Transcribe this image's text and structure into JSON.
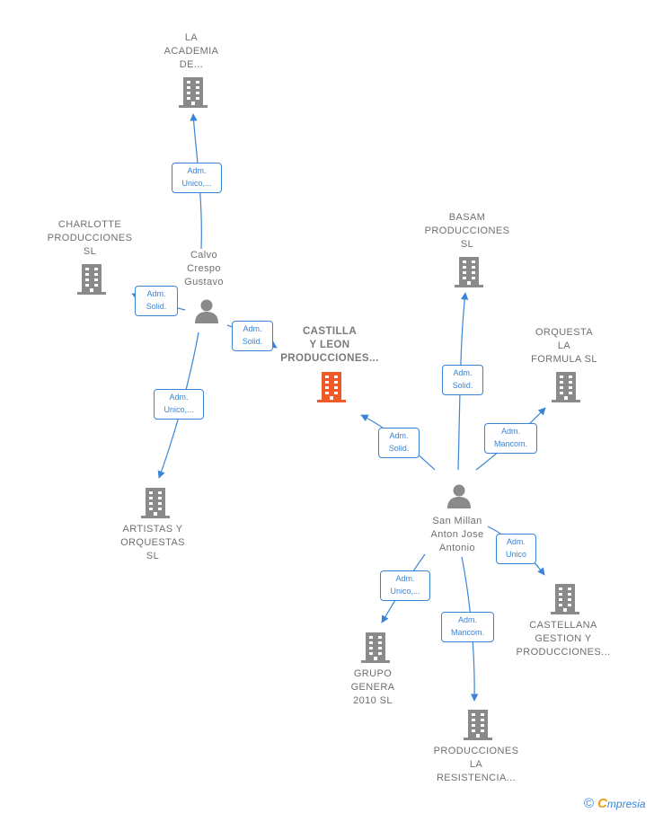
{
  "colors": {
    "edge": "#3a84d8",
    "company_icon": "#8a8a8a",
    "center_icon": "#f05a28",
    "person_icon": "#8a8a8a"
  },
  "nodes": {
    "la_academia": {
      "label": "LA\nACADEMIA\nDE...",
      "icon": "building-icon"
    },
    "charlotte": {
      "label": "CHARLOTTE\nPRODUCCIONES\nSL",
      "icon": "building-icon"
    },
    "calvo": {
      "label": "Calvo\nCrespo\nGustavo",
      "icon": "person-icon"
    },
    "castilla": {
      "label": "CASTILLA\nY LEON\nPRODUCCIONES...",
      "icon": "building-icon"
    },
    "artistas": {
      "label": "ARTISTAS Y\nORQUESTAS\nSL",
      "icon": "building-icon"
    },
    "basam": {
      "label": "BASAM\nPRODUCCIONES\nSL",
      "icon": "building-icon"
    },
    "orquesta": {
      "label": "ORQUESTA\nLA\nFORMULA  SL",
      "icon": "building-icon"
    },
    "san_millan": {
      "label": "San Millan\nAnton Jose\nAntonio",
      "icon": "person-icon"
    },
    "castellana": {
      "label": "CASTELLANA\nGESTION Y\nPRODUCCIONES...",
      "icon": "building-icon"
    },
    "grupo": {
      "label": "GRUPO\nGENERA\n2010 SL",
      "icon": "building-icon"
    },
    "resistencia": {
      "label": "PRODUCCIONES\nLA\nRESISTENCIA...",
      "icon": "building-icon"
    }
  },
  "edges": {
    "calvo_academia": "Adm.\nUnico,...",
    "calvo_charlotte": "Adm.\nSolid.",
    "calvo_castilla": "Adm.\nSolid.",
    "calvo_artistas": "Adm.\nUnico,...",
    "san_basam": "Adm.\nSolid.",
    "san_orquesta": "Adm.\nMancom.",
    "san_castilla": "Adm.\nSolid.",
    "san_castellana": "Adm.\nUnico",
    "san_grupo": "Adm.\nUnico,...",
    "san_resistencia": "Adm.\nMancom."
  },
  "footer": {
    "copyright": "©",
    "brand_initial": "C",
    "brand_rest": "mpresia"
  }
}
